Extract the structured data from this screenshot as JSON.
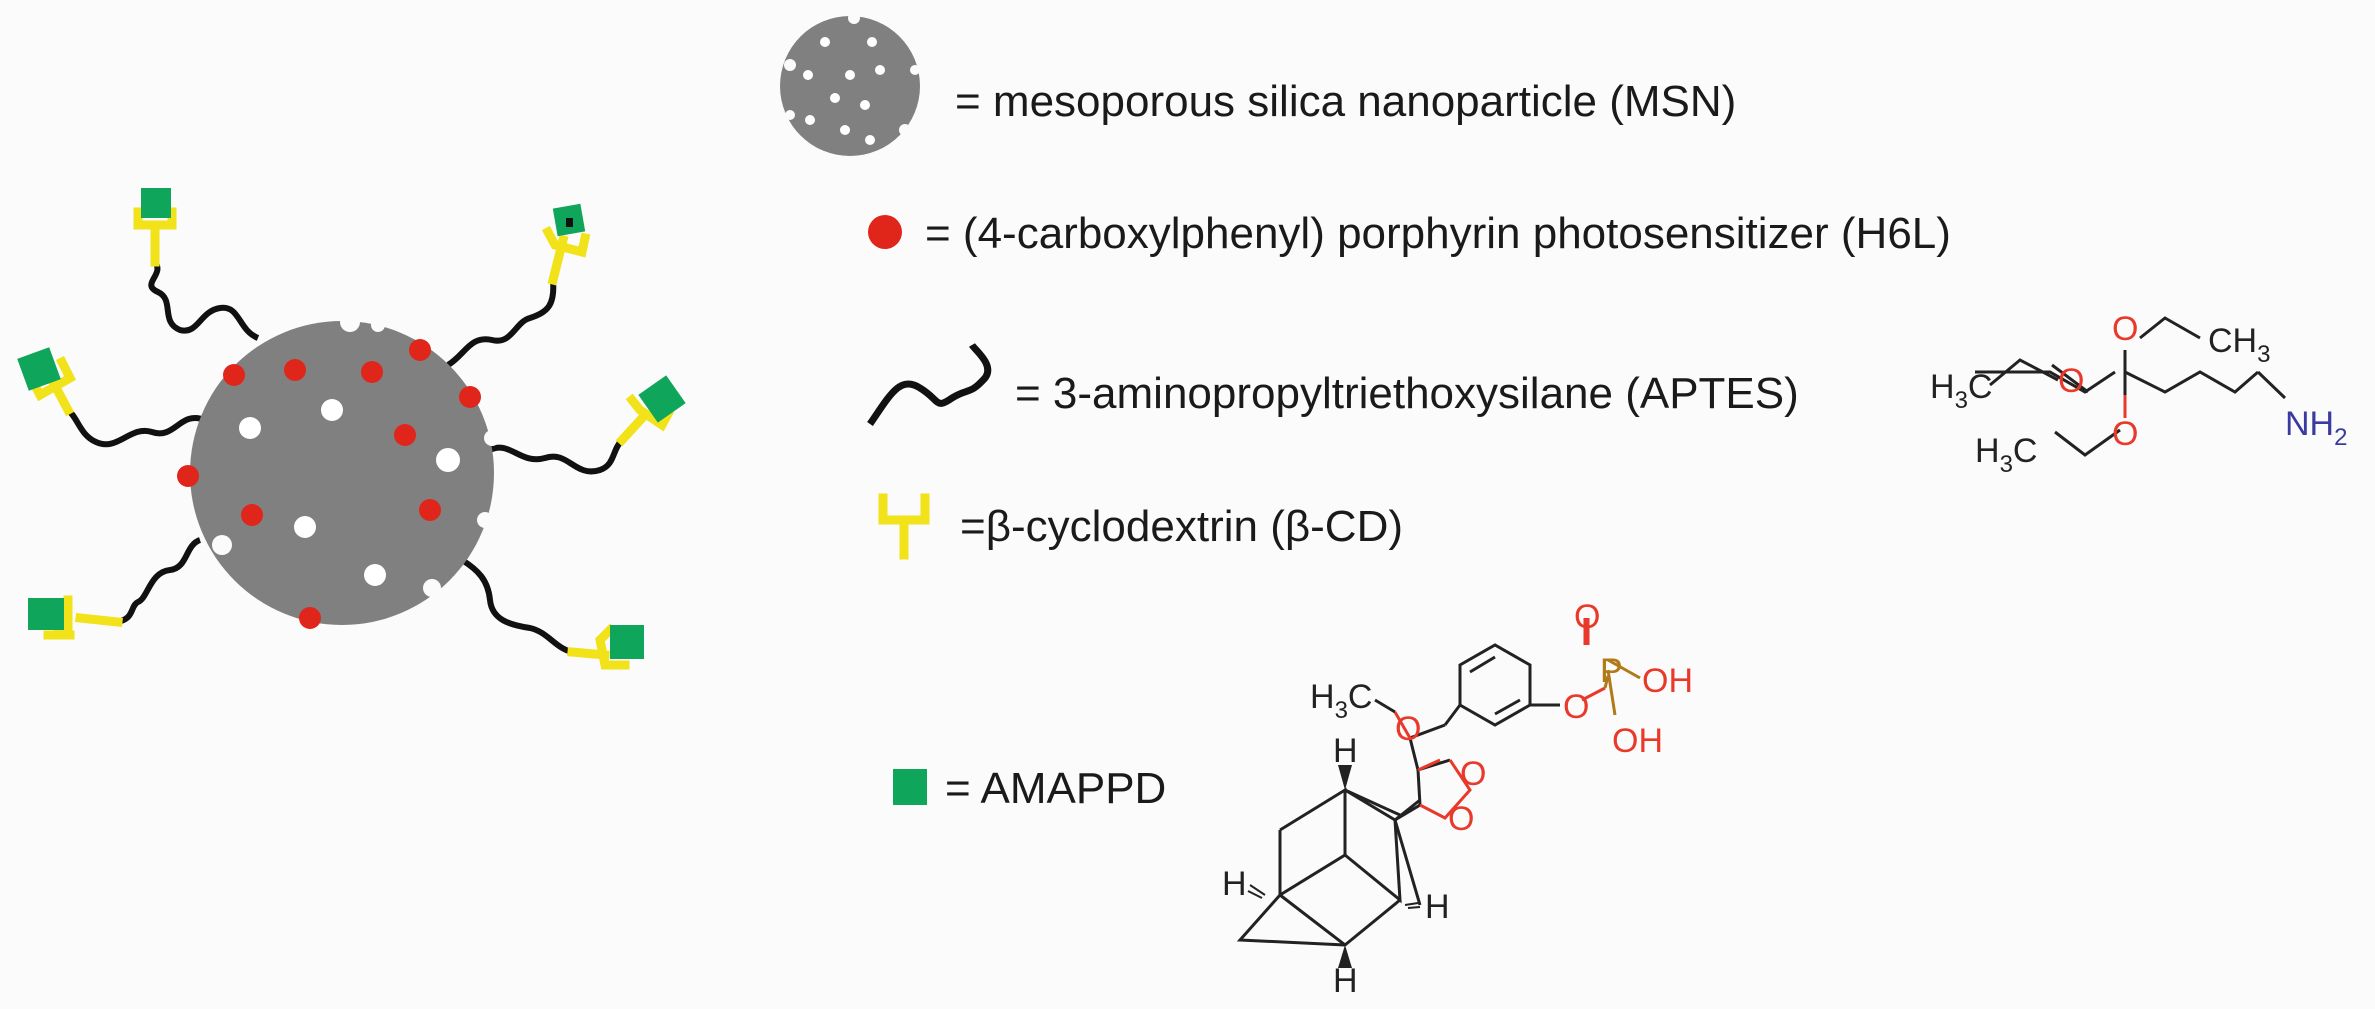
{
  "colors": {
    "silica": "#808080",
    "pore": "#ffffff",
    "porphyrin": "#e0251b",
    "linker": "#111111",
    "cyclodextrin": "#f2e21a",
    "amappd": "#0fa55a",
    "oxygen": "#e8392a",
    "nitrogen": "#3a3aa0",
    "phosphorus": "#b07a18"
  },
  "legend": {
    "msn": "= mesoporous silica nanoparticle (MSN)",
    "h6l": "= (4-carboxylphenyl) porphyrin photosensitizer (H6L)",
    "aptes": "= 3-aminopropyltriethoxysilane (APTES)",
    "cd": "=β-cyclodextrin (β-CD)",
    "amappd": "= AMAPPD"
  },
  "aptes_structure": {
    "o_top": "O",
    "ch3_top": "CH",
    "ch3_top_sub": "3",
    "h3c_left": "H",
    "h3c_left_sub": "3",
    "h3c_left_c": "C",
    "o_left": "O",
    "h3c_bottom": "H",
    "h3c_bottom_sub": "3",
    "h3c_bottom_c": "C",
    "o_bottom": "O",
    "nh2": "NH",
    "nh2_sub": "2"
  },
  "amappd_structure": {
    "methoxy_h": "H",
    "methoxy_sub": "3",
    "methoxy_c": "C",
    "methoxy_o": "O",
    "dioxetane_o1": "O",
    "dioxetane_o2": "O",
    "phosphate_o_top": "O",
    "phosphate_p": "P",
    "phosphate_oh1": "OH",
    "phosphate_oh2": "OH",
    "phosphate_o_link": "O",
    "h_top": "H",
    "h_left": "H",
    "h_right": "H",
    "h_bottom": "H"
  }
}
